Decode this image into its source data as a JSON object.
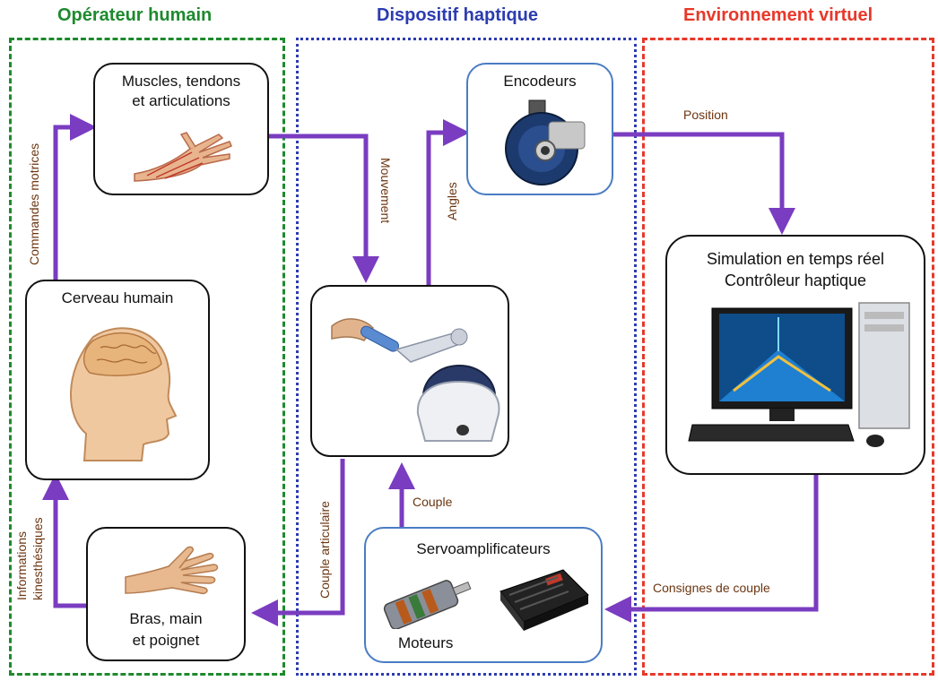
{
  "colors": {
    "human": "#1e8a2e",
    "device": "#2c3cb0",
    "virtual": "#e8382a",
    "arrow": "#7a3cc0",
    "edge_label": "#6b3510"
  },
  "columns": {
    "human": "Opérateur humain",
    "device": "Dispositif haptique",
    "virtual": "Environnement virtuel"
  },
  "nodes": {
    "muscles": [
      "Muscles, tendons",
      "et articulations"
    ],
    "brain": "Cerveau humain",
    "arm": [
      "Bras, main",
      "et poignet"
    ],
    "encoders": "Encodeurs",
    "haptic_device": "",
    "servo": "Servoamplificateurs",
    "motors": "Moteurs",
    "simulation": [
      "Simulation en temps réel",
      "Contrôleur haptique"
    ]
  },
  "edges": {
    "commandes": "Commandes motrices",
    "mouvement": "Mouvement",
    "angles": "Angles",
    "position": "Position",
    "couple": "Couple",
    "couple_art": "Couple articulaire",
    "consignes": "Consignes de couple",
    "infos": [
      "Informations",
      "kinesthésiques"
    ]
  },
  "icons": [
    "hand-anatomy-icon",
    "brain-head-icon",
    "open-hand-icon",
    "rotary-encoder-icon",
    "haptic-stylus-icon",
    "motor-icon",
    "servo-board-icon",
    "computer-workstation-icon"
  ]
}
